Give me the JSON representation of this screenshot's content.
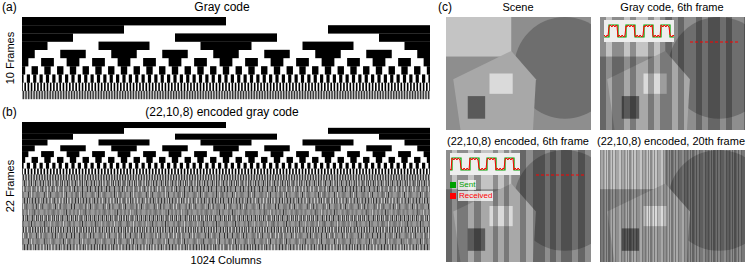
{
  "diagram": {
    "labels": [
      "(a)",
      "Gray code",
      "10 Frames",
      "(b)",
      "(22,10,8) encoded gray code",
      "22 Frames",
      "1024 Columns",
      "(c)",
      "Scene",
      "Gray code, 6th frame",
      "(22,10,8) encoded, 6th frame",
      "(22,10,8) encoded, 20th frame"
    ],
    "legend": [
      {
        "text": "Sent",
        "color": "#00a000"
      },
      {
        "text": "Received",
        "color": "#ff0000"
      }
    ]
  }
}
